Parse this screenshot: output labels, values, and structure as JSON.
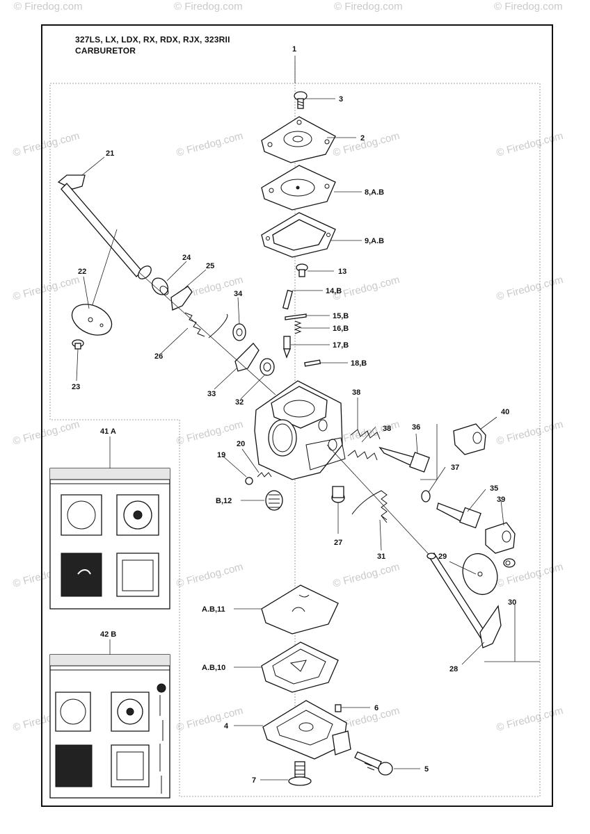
{
  "header": {
    "models": "327LS, LX, LDX, RX, RDX, RJX, 323RII",
    "section": "CARBURETOR"
  },
  "watermark": "© Firedog.com",
  "callouts": {
    "c1": "1",
    "c2": "2",
    "c3": "3",
    "c4": "4",
    "c5": "5",
    "c6": "6",
    "c7": "7",
    "c8": "8,A.B",
    "c9": "9,A.B",
    "c10": "A.B,10",
    "c11": "A.B,11",
    "c12": "B,12",
    "c13": "13",
    "c14": "14,B",
    "c15": "15,B",
    "c16": "16,B",
    "c17": "17,B",
    "c18": "18,B",
    "c19": "19",
    "c20": "20",
    "c21": "21",
    "c22": "22",
    "c23": "23",
    "c24": "24",
    "c25": "25",
    "c26": "26",
    "c27": "27",
    "c28": "28",
    "c29": "29",
    "c30": "30",
    "c31": "31",
    "c32": "32",
    "c33": "33",
    "c34": "34",
    "c35": "35",
    "c36": "36",
    "c37": "37",
    "c38a": "38",
    "c38b": "38",
    "c39": "39",
    "c40": "40",
    "kitA": "41 A",
    "kitB": "42 B"
  }
}
